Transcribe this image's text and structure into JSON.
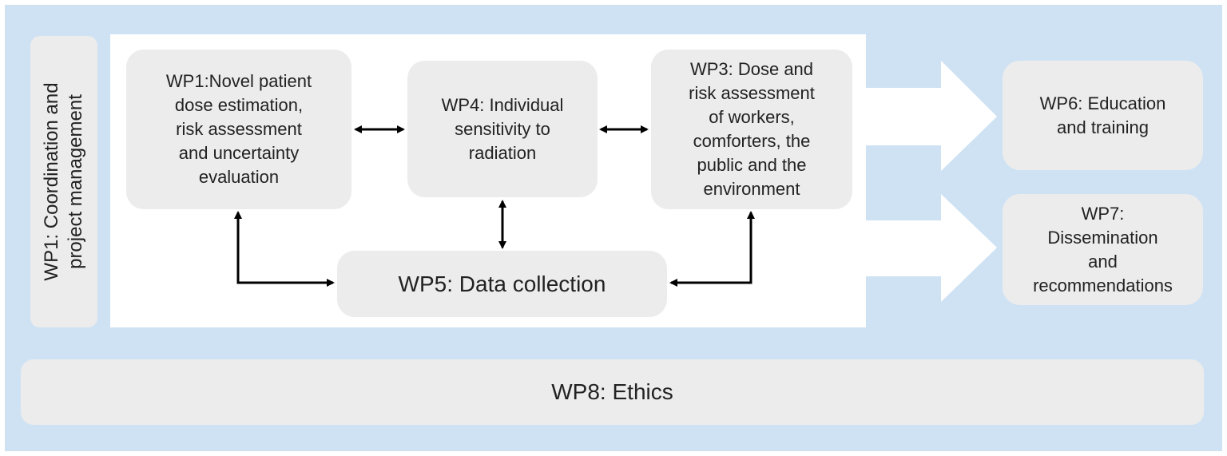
{
  "colors": {
    "outer_background": "#cfe2f3",
    "box_background": "#ececec",
    "arrow_color": "#000000",
    "flow_arrow_color": "#ffffff"
  },
  "side_label": "WP1: Coordination and\nproject management",
  "boxes": {
    "wp1": "WP1:Novel patient\ndose estimation,\nrisk assessment\nand uncertainty\nevaluation",
    "wp4": "WP4: Individual\nsensitivity to\nradiation",
    "wp3": "WP3: Dose and\nrisk assessment\nof workers,\ncomforters, the\npublic and the\nenvironment",
    "wp5": "WP5: Data collection",
    "wp6": "WP6: Education\nand training",
    "wp7": "WP7:\nDissemination\nand\nrecommendations",
    "wp8": "WP8: Ethics"
  }
}
